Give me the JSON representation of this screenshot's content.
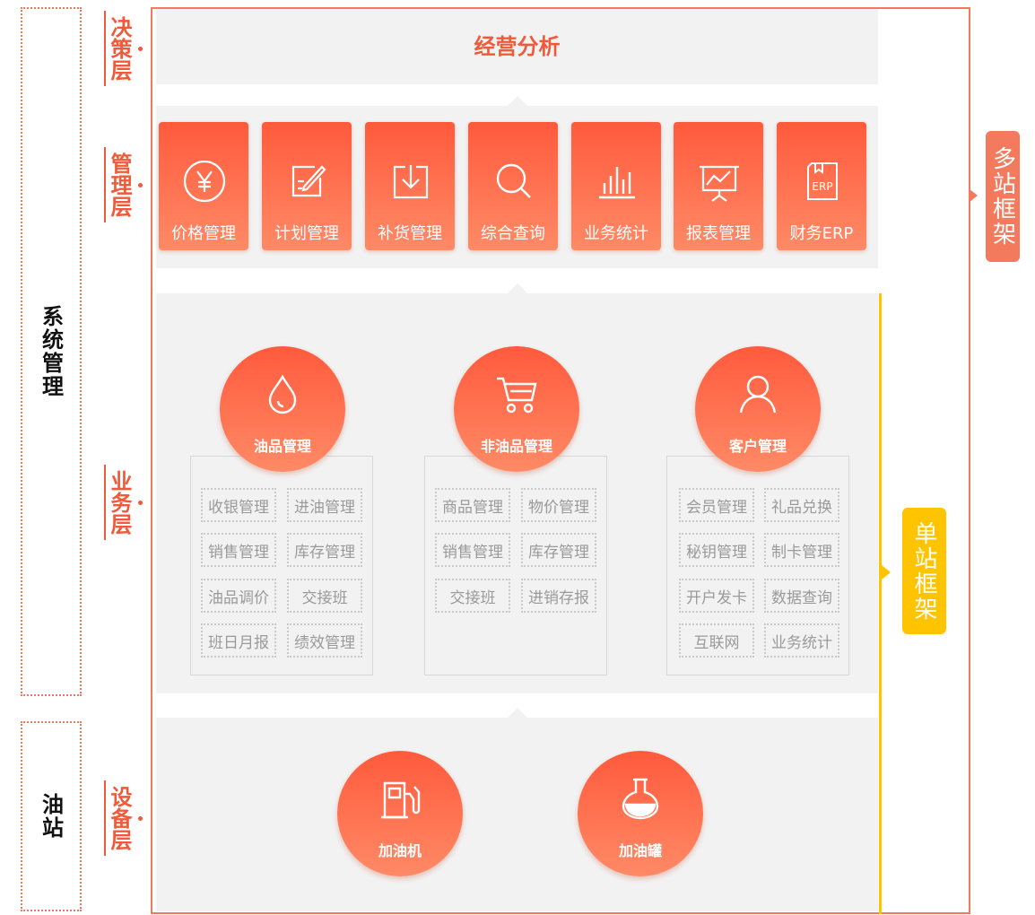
{
  "side": {
    "system": "系统管理",
    "station": "油站"
  },
  "layers": {
    "decision": "决策层",
    "management": "管理层",
    "business": "业务层",
    "equipment": "设备层"
  },
  "decision_title": "经营分析",
  "management_tiles": [
    {
      "label": "价格管理",
      "icon": "yen-circle-icon"
    },
    {
      "label": "计划管理",
      "icon": "edit-plan-icon"
    },
    {
      "label": "补货管理",
      "icon": "restock-icon"
    },
    {
      "label": "综合查询",
      "icon": "search-icon"
    },
    {
      "label": "业务统计",
      "icon": "bar-stats-icon"
    },
    {
      "label": "报表管理",
      "icon": "report-board-icon"
    },
    {
      "label": "财务ERP",
      "icon": "erp-icon"
    }
  ],
  "business": [
    {
      "title": "油品管理",
      "icon": "oil-drop-icon",
      "items": [
        "收银管理",
        "进油管理",
        "销售管理",
        "库存管理",
        "油品调价",
        "交接班",
        "班日月报",
        "绩效管理"
      ]
    },
    {
      "title": "非油品管理",
      "icon": "cart-icon",
      "items": [
        "商品管理",
        "物价管理",
        "销售管理",
        "库存管理",
        "交接班",
        "进销存报"
      ]
    },
    {
      "title": "客户管理",
      "icon": "user-icon",
      "items": [
        "会员管理",
        "礼品兑换",
        "秘钥管理",
        "制卡管理",
        "开户发卡",
        "数据查询",
        "互联网",
        "业务统计"
      ]
    }
  ],
  "equipment": [
    {
      "label": "加油机",
      "icon": "fuel-pump-icon"
    },
    {
      "label": "加油罐",
      "icon": "fuel-tank-icon"
    }
  ],
  "tags": {
    "multi": "多站框架",
    "single": "单站框架"
  },
  "colors": {
    "accent": "#f05a3a",
    "frame": "#f07a5e",
    "single_tag": "#ffc400",
    "multi_tag": "#f37a5c"
  }
}
